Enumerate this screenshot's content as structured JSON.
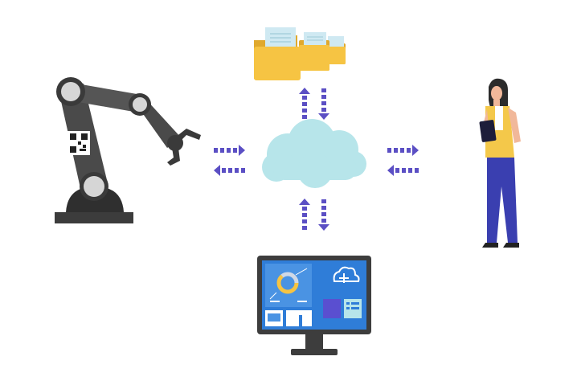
{
  "diagram": {
    "nodes": [
      {
        "id": "robot-arm",
        "icon": "robot-arm-icon"
      },
      {
        "id": "folders",
        "icon": "folder-icon"
      },
      {
        "id": "cloud",
        "icon": "cloud-icon"
      },
      {
        "id": "person",
        "icon": "person-with-tablet-icon"
      },
      {
        "id": "monitor",
        "icon": "monitor-dashboard-icon"
      }
    ],
    "edges": [
      {
        "from": "robot-arm",
        "to": "cloud",
        "bidirectional": true
      },
      {
        "from": "folders",
        "to": "cloud",
        "bidirectional": true
      },
      {
        "from": "person",
        "to": "cloud",
        "bidirectional": true
      },
      {
        "from": "monitor",
        "to": "cloud",
        "bidirectional": true
      }
    ]
  },
  "colors": {
    "arrow": "#5b4fc4",
    "cloud": "#b7e5ea",
    "folder": "#f6c443",
    "robot": "#4a4a4a",
    "monitor_screen": "#2f7dd8",
    "person_top": "#f4c84a",
    "person_pants": "#3a3fb0"
  }
}
